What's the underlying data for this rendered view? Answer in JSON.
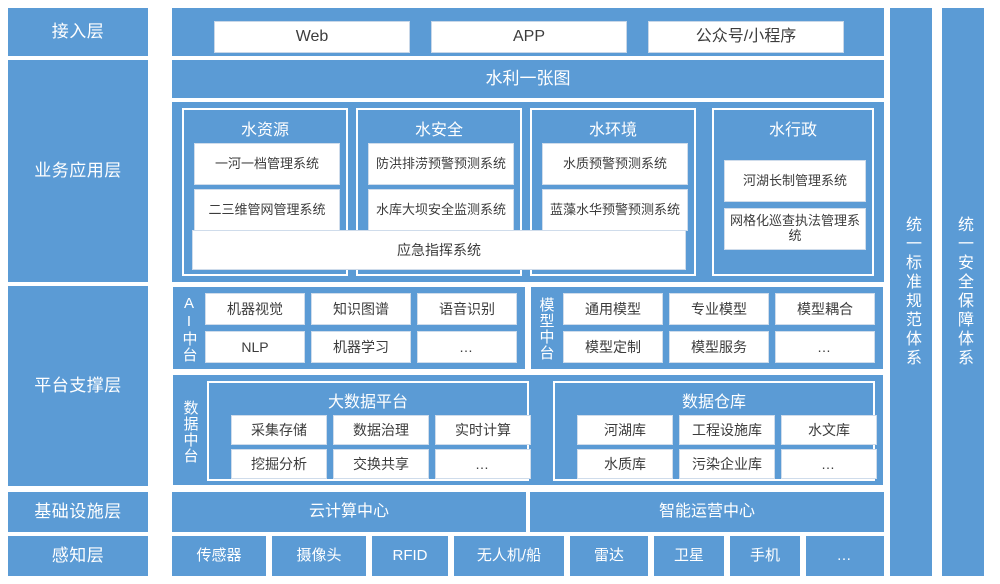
{
  "colors": {
    "accent_blue": "#5B9BD5",
    "panel_white": "#ffffff",
    "chip_text": "#3c3c3c",
    "chip_border": "#cfdceb"
  },
  "layer_labels": [
    {
      "id": "access",
      "label": "接入层"
    },
    {
      "id": "business",
      "label": "业务应用层"
    },
    {
      "id": "platform",
      "label": "平台支撑层"
    },
    {
      "id": "infrastructure",
      "label": "基础设施层"
    },
    {
      "id": "perception",
      "label": "感知层"
    }
  ],
  "vertical_bands": [
    {
      "id": "standards",
      "label": "统一标准规范体系"
    },
    {
      "id": "security",
      "label": "统一安全保障体系"
    }
  ],
  "access_layer": {
    "channels": [
      {
        "label": "Web"
      },
      {
        "label": "APP"
      },
      {
        "label": "公众号/小程序"
      }
    ]
  },
  "one_map": {
    "label": "水利一张图"
  },
  "business_layer": {
    "domains": [
      {
        "title": "水资源",
        "systems": [
          "一河一档管理系统",
          "二三维管网管理系统"
        ]
      },
      {
        "title": "水安全",
        "systems": [
          "防洪排涝预警预测系统",
          "水库大坝安全监测系统"
        ]
      },
      {
        "title": "水环境",
        "systems": [
          "水质预警预测系统",
          "蓝藻水华预警预测系统"
        ]
      },
      {
        "title": "水行政",
        "systems": [
          "河湖长制管理系统",
          "网格化巡查执法管理系统"
        ]
      }
    ],
    "shared_system": "应急指挥系统"
  },
  "platform_layer": {
    "ai_platform": {
      "label": "AI中台",
      "items": [
        "机器视觉",
        "知识图谱",
        "语音识别",
        "NLP",
        "机器学习",
        "…"
      ]
    },
    "model_platform": {
      "label": "模型中台",
      "items": [
        "通用模型",
        "专业模型",
        "模型耦合",
        "模型定制",
        "模型服务",
        "…"
      ]
    },
    "data_platform": {
      "label": "数据中台",
      "groups": [
        {
          "title": "大数据平台",
          "items": [
            "采集存储",
            "数据治理",
            "实时计算",
            "挖掘分析",
            "交换共享",
            "…"
          ]
        },
        {
          "title": "数据仓库",
          "items": [
            "河湖库",
            "工程设施库",
            "水文库",
            "水质库",
            "污染企业库",
            "…"
          ]
        }
      ]
    }
  },
  "infrastructure_layer": {
    "centers": [
      {
        "label": "云计算中心"
      },
      {
        "label": "智能运营中心"
      }
    ]
  },
  "perception_layer": {
    "devices": [
      {
        "label": "传感器"
      },
      {
        "label": "摄像头"
      },
      {
        "label": "RFID"
      },
      {
        "label": "无人机/船"
      },
      {
        "label": "雷达"
      },
      {
        "label": "卫星"
      },
      {
        "label": "手机"
      },
      {
        "label": "…"
      }
    ]
  }
}
